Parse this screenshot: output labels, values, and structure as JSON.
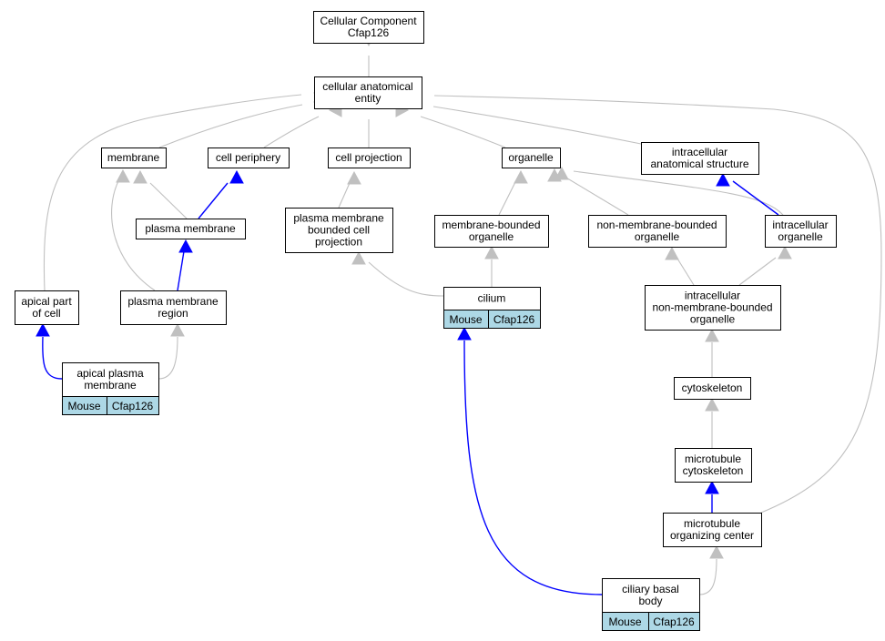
{
  "colors": {
    "isa_edge": "#c0c0c0",
    "partof_edge": "#0000ff",
    "annotation_fill": "#add8e6",
    "node_fill": "#ffffff",
    "node_border": "#000000"
  },
  "nodes": {
    "root": {
      "lines": [
        "Cellular Component",
        "Cfap126"
      ]
    },
    "cae": {
      "lines": [
        "cellular anatomical",
        "entity"
      ]
    },
    "membrane": {
      "lines": [
        "membrane"
      ]
    },
    "cellperiphery": {
      "lines": [
        "cell periphery"
      ]
    },
    "cellprojection": {
      "lines": [
        "cell projection"
      ]
    },
    "organelle": {
      "lines": [
        "organelle"
      ]
    },
    "intracellularas": {
      "lines": [
        "intracellular",
        "anatomical structure"
      ]
    },
    "plasmamembrane": {
      "lines": [
        "plasma membrane"
      ]
    },
    "pmbcp": {
      "lines": [
        "plasma membrane",
        "bounded cell",
        "projection"
      ]
    },
    "mbo": {
      "lines": [
        "membrane-bounded",
        "organelle"
      ]
    },
    "nmbo": {
      "lines": [
        "non-membrane-bounded",
        "organelle"
      ]
    },
    "intraorg": {
      "lines": [
        "intracellular",
        "organelle"
      ]
    },
    "apicalpart": {
      "lines": [
        "apical part",
        "of cell"
      ]
    },
    "pmregion": {
      "lines": [
        "plasma membrane",
        "region"
      ]
    },
    "cilium": {
      "lines": [
        "cilium"
      ],
      "annotation": [
        "Mouse",
        "Cfap126"
      ]
    },
    "inmbo": {
      "lines": [
        "intracellular",
        "non-membrane-bounded",
        "organelle"
      ]
    },
    "apicalpm": {
      "lines": [
        "apical plasma",
        "membrane"
      ],
      "annotation": [
        "Mouse",
        "Cfap126"
      ]
    },
    "cytoskeleton": {
      "lines": [
        "cytoskeleton"
      ]
    },
    "mtcyto": {
      "lines": [
        "microtubule",
        "cytoskeleton"
      ]
    },
    "mtoc": {
      "lines": [
        "microtubule",
        "organizing center"
      ]
    },
    "basalbody": {
      "lines": [
        "ciliary basal",
        "body"
      ],
      "annotation": [
        "Mouse",
        "Cfap126"
      ]
    }
  },
  "edges": [
    {
      "id": "cae-to-root",
      "type": "is_a"
    },
    {
      "id": "membrane-to-cae",
      "type": "is_a"
    },
    {
      "id": "cellperiphery-to-cae",
      "type": "is_a"
    },
    {
      "id": "cellprojection-to-cae",
      "type": "is_a"
    },
    {
      "id": "organelle-to-cae",
      "type": "is_a"
    },
    {
      "id": "intracellularas-to-cae",
      "type": "is_a"
    },
    {
      "id": "apicalpart-to-cae",
      "type": "is_a"
    },
    {
      "id": "mtoc-to-cae",
      "type": "is_a"
    },
    {
      "id": "plasmamembrane-to-membrane",
      "type": "is_a"
    },
    {
      "id": "plasmamembrane-to-cellperiphery",
      "type": "part_of"
    },
    {
      "id": "pmregion-to-membrane",
      "type": "is_a"
    },
    {
      "id": "pmregion-to-plasmamembrane",
      "type": "part_of"
    },
    {
      "id": "pmbcp-to-cellprojection",
      "type": "is_a"
    },
    {
      "id": "mbo-to-organelle",
      "type": "is_a"
    },
    {
      "id": "nmbo-to-organelle",
      "type": "is_a"
    },
    {
      "id": "intraorg-to-organelle",
      "type": "is_a"
    },
    {
      "id": "intraorg-to-intracellularas",
      "type": "part_of"
    },
    {
      "id": "cilium-to-pmbcp",
      "type": "is_a"
    },
    {
      "id": "cilium-to-mbo",
      "type": "is_a"
    },
    {
      "id": "inmbo-to-nmbo",
      "type": "is_a"
    },
    {
      "id": "inmbo-to-intraorg",
      "type": "is_a"
    },
    {
      "id": "apicalpm-to-apicalpart",
      "type": "part_of"
    },
    {
      "id": "apicalpm-to-pmregion",
      "type": "is_a"
    },
    {
      "id": "cytoskeleton-to-inmbo",
      "type": "is_a"
    },
    {
      "id": "mtcyto-to-cytoskeleton",
      "type": "is_a"
    },
    {
      "id": "mtoc-to-mtcyto",
      "type": "part_of"
    },
    {
      "id": "basalbody-to-cilium",
      "type": "part_of"
    },
    {
      "id": "basalbody-to-mtoc",
      "type": "is_a"
    }
  ]
}
